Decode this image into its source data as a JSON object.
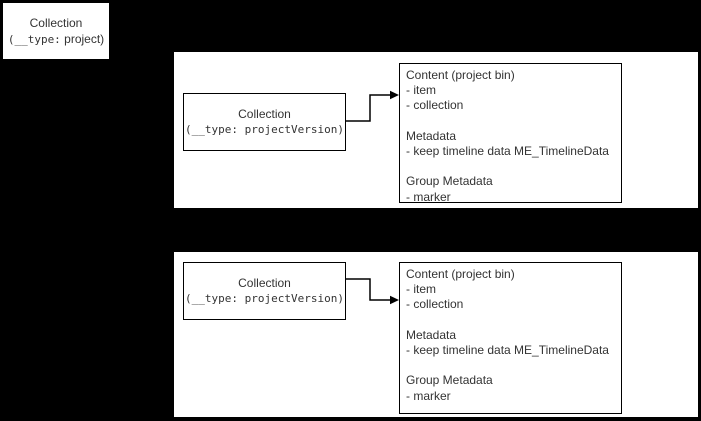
{
  "colors": {
    "background": "#000000",
    "shape_fill": "#ffffff",
    "shape_stroke": "#000000",
    "text": "#333333"
  },
  "root_box": {
    "title": "Collection",
    "type_prefix": "(__type:",
    "type_value": " project)"
  },
  "groups": [
    {
      "collection": {
        "title": "Collection",
        "type_label": "(__type: projectVersion)"
      },
      "content": {
        "lines": [
          "Content (project bin)",
          "- item",
          "- collection",
          "",
          "Metadata",
          "- keep timeline data ME_TimelineData",
          "",
          "Group Metadata",
          "- marker"
        ]
      }
    },
    {
      "collection": {
        "title": "Collection",
        "type_label": "(__type: projectVersion)"
      },
      "content": {
        "lines": [
          "Content (project bin)",
          "- item",
          "- collection",
          "",
          "Metadata",
          "- keep timeline data ME_TimelineData",
          "",
          "Group Metadata",
          "- marker"
        ]
      }
    }
  ]
}
